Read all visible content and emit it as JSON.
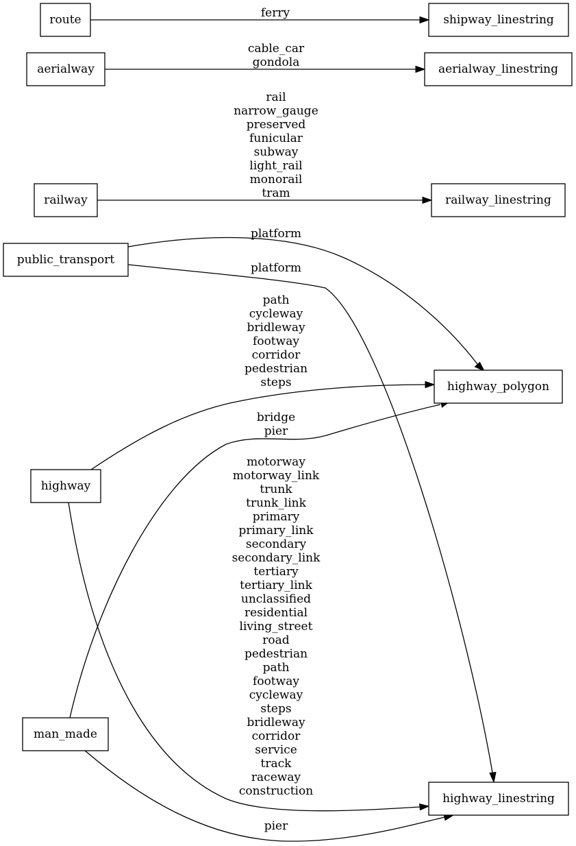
{
  "nodes": {
    "route": "route",
    "aerialway": "aerialway",
    "railway": "railway",
    "public_transport": "public_transport",
    "highway": "highway",
    "man_made": "man_made",
    "shipway_linestring": "shipway_linestring",
    "aerialway_linestring": "aerialway_linestring",
    "railway_linestring": "railway_linestring",
    "highway_polygon": "highway_polygon",
    "highway_linestring": "highway_linestring"
  },
  "edges": [
    {
      "from": "route",
      "to": "shipway_linestring",
      "labels": [
        "ferry"
      ]
    },
    {
      "from": "aerialway",
      "to": "aerialway_linestring",
      "labels": [
        "cable_car",
        "gondola"
      ]
    },
    {
      "from": "railway",
      "to": "railway_linestring",
      "labels": [
        "rail",
        "narrow_gauge",
        "preserved",
        "funicular",
        "subway",
        "light_rail",
        "monorail",
        "tram"
      ]
    },
    {
      "from": "public_transport",
      "to": "highway_polygon",
      "labels": [
        "platform"
      ]
    },
    {
      "from": "public_transport",
      "to": "highway_linestring",
      "labels": [
        "platform"
      ]
    },
    {
      "from": "highway",
      "to": "highway_polygon",
      "labels": [
        "path",
        "cycleway",
        "bridleway",
        "footway",
        "corridor",
        "pedestrian",
        "steps"
      ]
    },
    {
      "from": "man_made",
      "to": "highway_polygon",
      "labels": [
        "bridge",
        "pier"
      ]
    },
    {
      "from": "highway",
      "to": "highway_linestring",
      "labels": [
        "motorway",
        "motorway_link",
        "trunk",
        "trunk_link",
        "primary",
        "primary_link",
        "secondary",
        "secondary_link",
        "tertiary",
        "tertiary_link",
        "unclassified",
        "residential",
        "living_street",
        "road",
        "pedestrian",
        "path",
        "footway",
        "cycleway",
        "steps",
        "bridleway",
        "corridor",
        "service",
        "track",
        "raceway",
        "construction"
      ]
    },
    {
      "from": "man_made",
      "to": "highway_linestring",
      "labels": [
        "pier"
      ]
    }
  ]
}
